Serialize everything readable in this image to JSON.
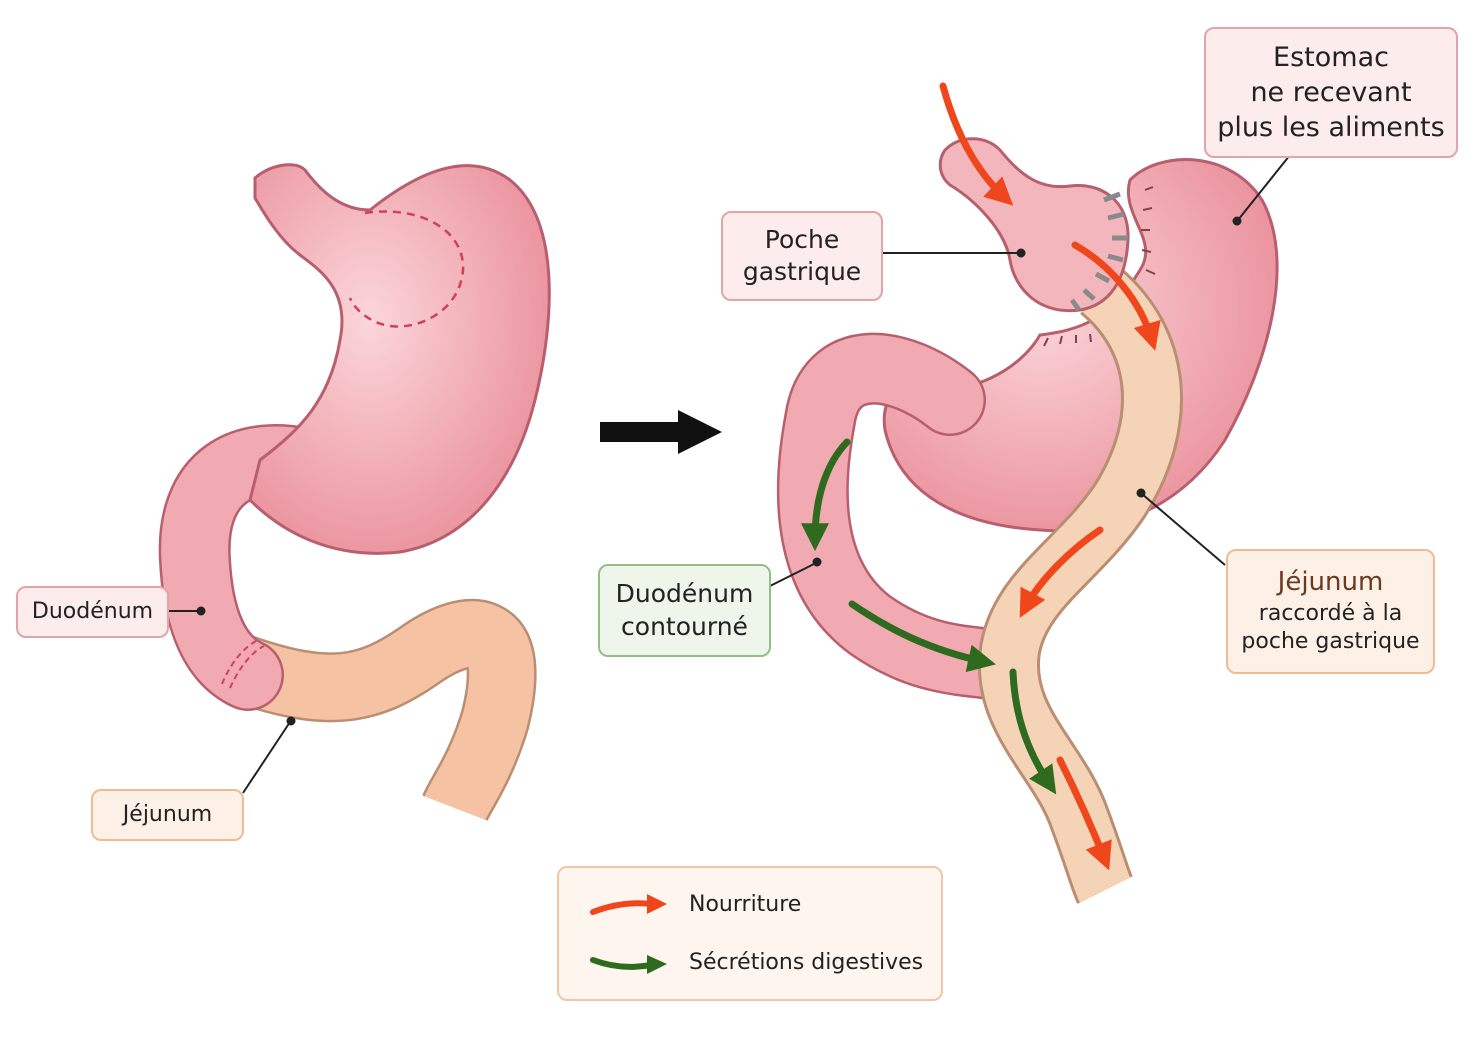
{
  "labels": {
    "duodenum": "Duodénum",
    "jejunum": "Jéjunum",
    "pouch_line1": "Poche",
    "pouch_line2": "gastrique",
    "stomach_line1": "Estomac",
    "stomach_line2": "ne recevant",
    "stomach_line3": "plus les aliments",
    "bypassed_line1": "Duodénum",
    "bypassed_line2": "contourné",
    "jejunum_joined_title": "Jéjunum",
    "jejunum_joined_line2": "raccordé à la",
    "jejunum_joined_line3": "poche gastrique"
  },
  "legend": {
    "food": "Nourriture",
    "secretions": "Sécrétions digestives"
  },
  "colors": {
    "stomach": "#f2aab2",
    "stomach_outline": "#b85f6d",
    "jejunum": "#f5c3a3",
    "jejunum_outline": "#b98e72",
    "food_arrow": "#f0461c",
    "secretion_arrow": "#2e6b1f",
    "jejunum_title": "#6b3a1d"
  }
}
